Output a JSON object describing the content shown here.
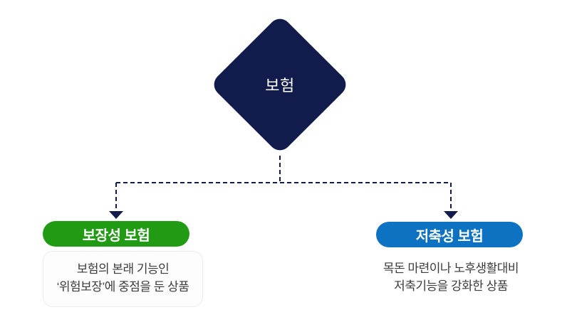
{
  "colors": {
    "navy": "#111b4c"
  },
  "diagram": {
    "root": {
      "label": "보험"
    },
    "branches": [
      {
        "title": "보장성 보험",
        "color": "#219a14",
        "desc": [
          "보험의 본래 기능인",
          "‘위험보장’에 중점을 둔 상품"
        ]
      },
      {
        "title": "저축성 보험",
        "color": "#0d72c1",
        "desc": [
          "목돈 마련이나 노후생활대비",
          "저축기능을 강화한 상품"
        ]
      }
    ]
  }
}
